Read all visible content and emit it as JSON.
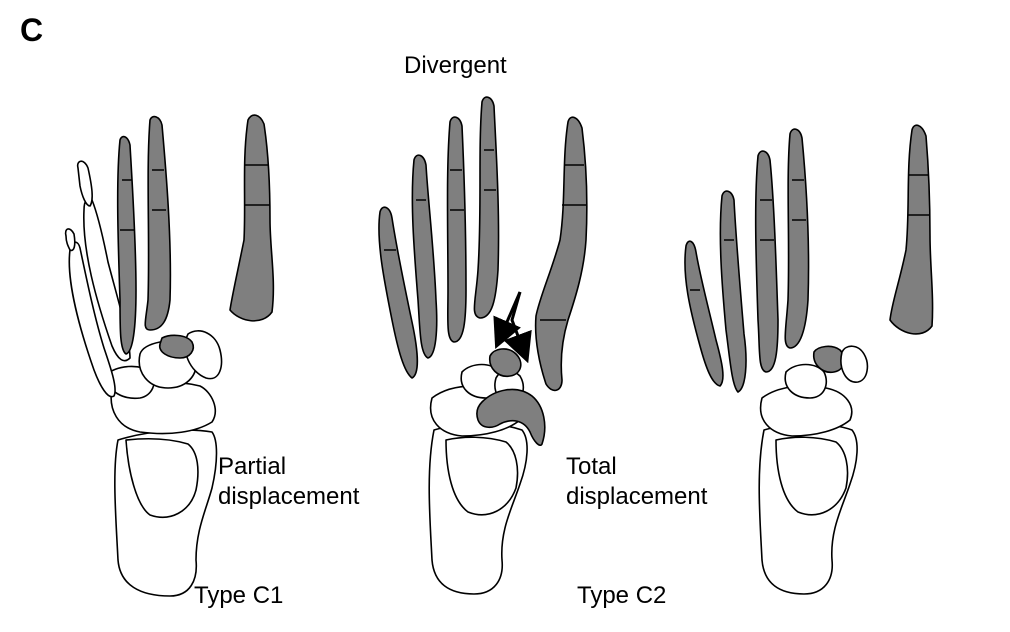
{
  "figure": {
    "panel_letter": "C",
    "title": "Divergent"
  },
  "labels": {
    "partial_line1": "Partial",
    "partial_line2": "displacement",
    "total_line1": "Total",
    "total_line2": "displacement",
    "type_c1": "Type C1",
    "type_c2": "Type C2"
  },
  "colors": {
    "bone_shaded": "#7f7f7f",
    "bone_outline": "#000000",
    "bone_unshaded": "#ffffff",
    "background": "#ffffff"
  }
}
